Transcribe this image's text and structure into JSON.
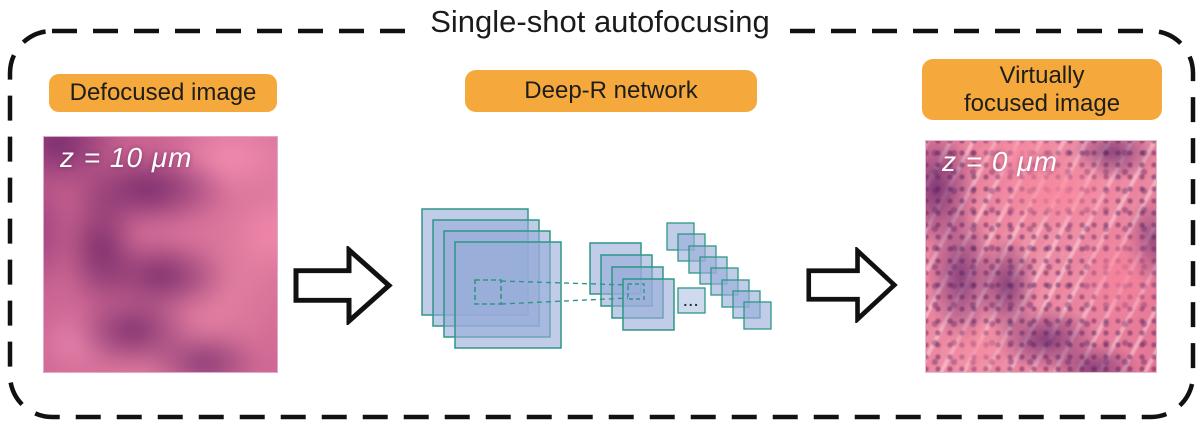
{
  "title": "Single-shot autofocusing",
  "colors": {
    "label_bg": "#F5A93C",
    "label_text": "#1d1d1b",
    "outline": "#111111",
    "network_fill": "#b9c7e8",
    "network_stroke": "#2e9688"
  },
  "stages": {
    "input": {
      "label": "Defocused image",
      "depth_annotation": "z = 10 μm"
    },
    "network": {
      "label": "Deep-R network",
      "ellipsis": "..."
    },
    "output": {
      "label_line1": "Virtually",
      "label_line2": "focused image",
      "depth_annotation": "z = 0 μm"
    }
  }
}
